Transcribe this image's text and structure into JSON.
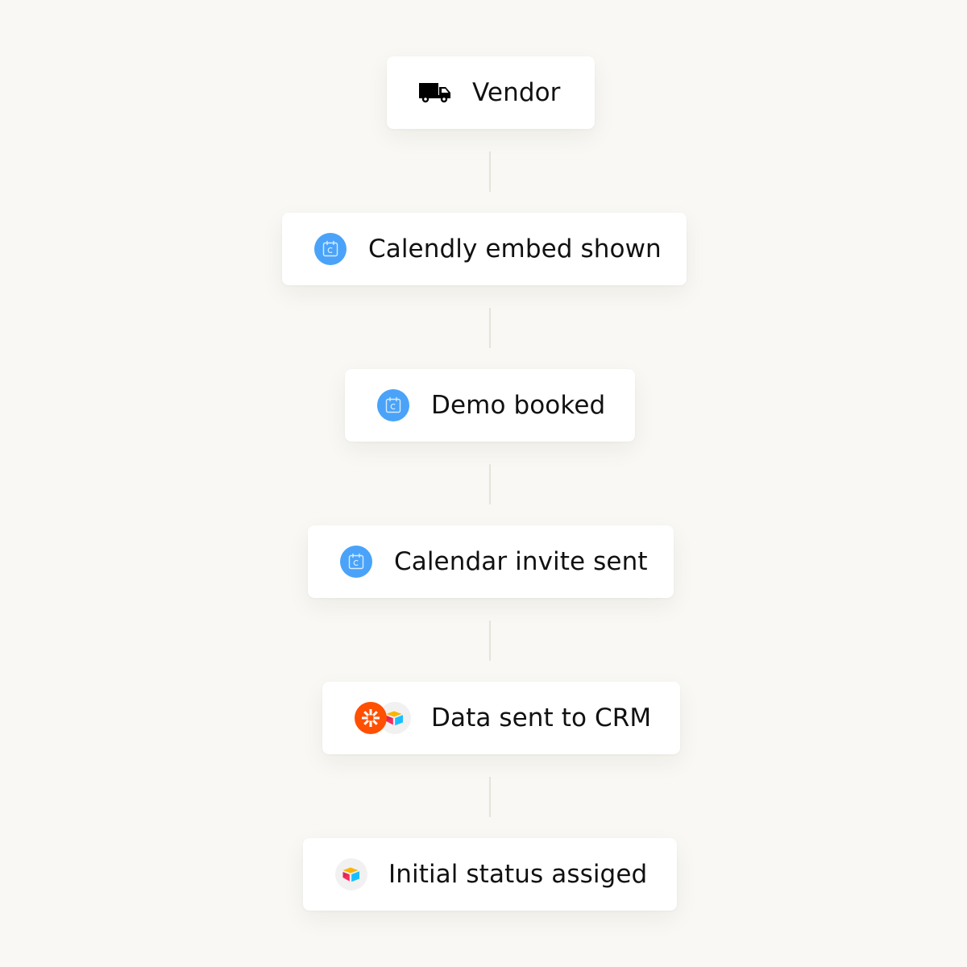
{
  "steps": [
    {
      "label": "Vendor",
      "icon": "truck-icon"
    },
    {
      "label": "Calendly embed shown",
      "icon": "calendly-icon"
    },
    {
      "label": "Demo booked",
      "icon": "calendly-icon"
    },
    {
      "label": "Calendar invite sent",
      "icon": "calendly-icon"
    },
    {
      "label": "Data sent to CRM",
      "icon": [
        "zapier-icon",
        "airtable-icon"
      ]
    },
    {
      "label": "Initial status assiged",
      "icon": "airtable-icon"
    }
  ],
  "colors": {
    "background": "#f9f8f4",
    "card": "#ffffff",
    "connector": "#e6e3da",
    "calendly": "#4aa3f8",
    "zapier": "#ff4f00",
    "airtable_yellow": "#fcb400",
    "airtable_blue": "#18bfff",
    "airtable_red": "#f82b60"
  }
}
